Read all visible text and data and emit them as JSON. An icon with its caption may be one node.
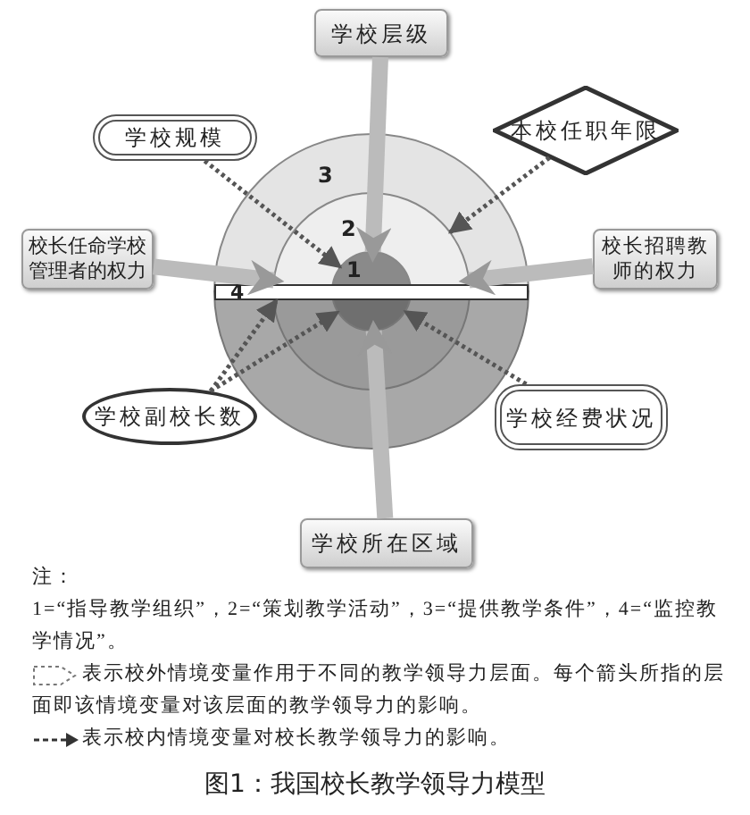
{
  "diagram": {
    "caption": "图1：我国校长教学领导力模型",
    "nodes": [
      {
        "text": [
          "学校层级"
        ]
      },
      {
        "text": [
          "学校规模"
        ]
      },
      {
        "text": [
          "本校任职年限"
        ]
      },
      {
        "text": [
          "校长任命学校管理者的权力"
        ]
      },
      {
        "text": [
          "校长招聘教师的权力"
        ]
      },
      {
        "text": [
          "3"
        ]
      },
      {
        "text": [
          "2"
        ],
        "in": 5
      },
      {
        "text": [
          "1"
        ],
        "in": 6
      },
      {
        "text": [
          "4"
        ]
      },
      {
        "text": [
          "学校副校长数"
        ]
      },
      {
        "text": [
          "学校经费状况"
        ]
      },
      {
        "text": [
          "学校所在区域"
        ]
      }
    ],
    "edges": [
      {
        "from": 0,
        "to": 7,
        "arrow": "to",
        "style": "thick",
        "color": "#bbbbbb"
      },
      {
        "from": 1,
        "to": 7,
        "arrow": "to",
        "style": "dashed"
      },
      {
        "from": 2,
        "to": 6,
        "arrow": "to",
        "style": "dashed"
      },
      {
        "from": 3,
        "to": 6,
        "arrow": "to",
        "style": "thick",
        "color": "#bbbbbb"
      },
      {
        "from": 4,
        "to": 6,
        "arrow": "to",
        "style": "thick",
        "color": "#bbbbbb"
      },
      {
        "from": 9,
        "to": 8,
        "arrow": "to",
        "style": "dashed"
      },
      {
        "from": 9,
        "to": 7,
        "arrow": "to",
        "style": "dashed"
      },
      {
        "from": 10,
        "to": 7,
        "arrow": "to",
        "style": "dashed"
      },
      {
        "from": 11,
        "to": 7,
        "arrow": "to",
        "style": "thick",
        "color": "#bbbbbb"
      }
    ],
    "labels": [
      "注：",
      "1=“指导教学组织”，2=“策划教学活动”，3=“提供教学条件”，4=“监控教学情况”。"
    ],
    "legend": [
      {
        "text": "表示校外情境变量作用于不同的教学领导力层面。每个箭头所指的层面即该情境变量对该层面的教学领导力的影响。"
      },
      {
        "text": "表示校内情境变量对校长教学领导力的影响。"
      }
    ]
  }
}
